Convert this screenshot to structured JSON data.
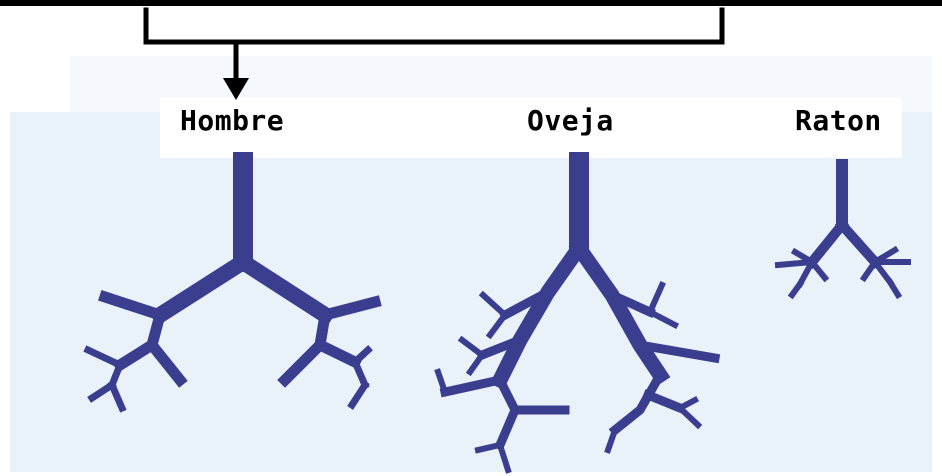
{
  "labels": {
    "human": "Hombre",
    "sheep": "Oveja",
    "mouse": "Raton"
  },
  "colors": {
    "bronchi": "#3b3e8f",
    "panel_background": "#e9f1f9",
    "label_band": "#ffffff",
    "bracket": "#000000"
  },
  "icons": {
    "bracket": "bracket-connector",
    "arrow": "arrow-down-icon"
  }
}
